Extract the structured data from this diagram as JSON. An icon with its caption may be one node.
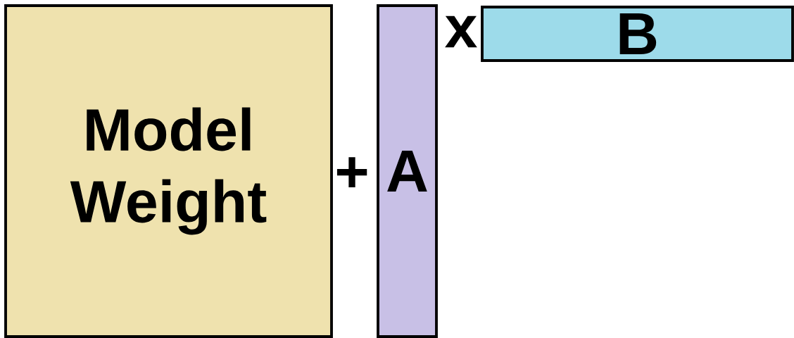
{
  "diagram": {
    "nodes": [
      {
        "text": [
          "Model Weight"
        ]
      },
      {
        "text": [
          "A"
        ]
      },
      {
        "text": [
          "B"
        ]
      }
    ],
    "labels": [
      "+",
      "x"
    ]
  }
}
